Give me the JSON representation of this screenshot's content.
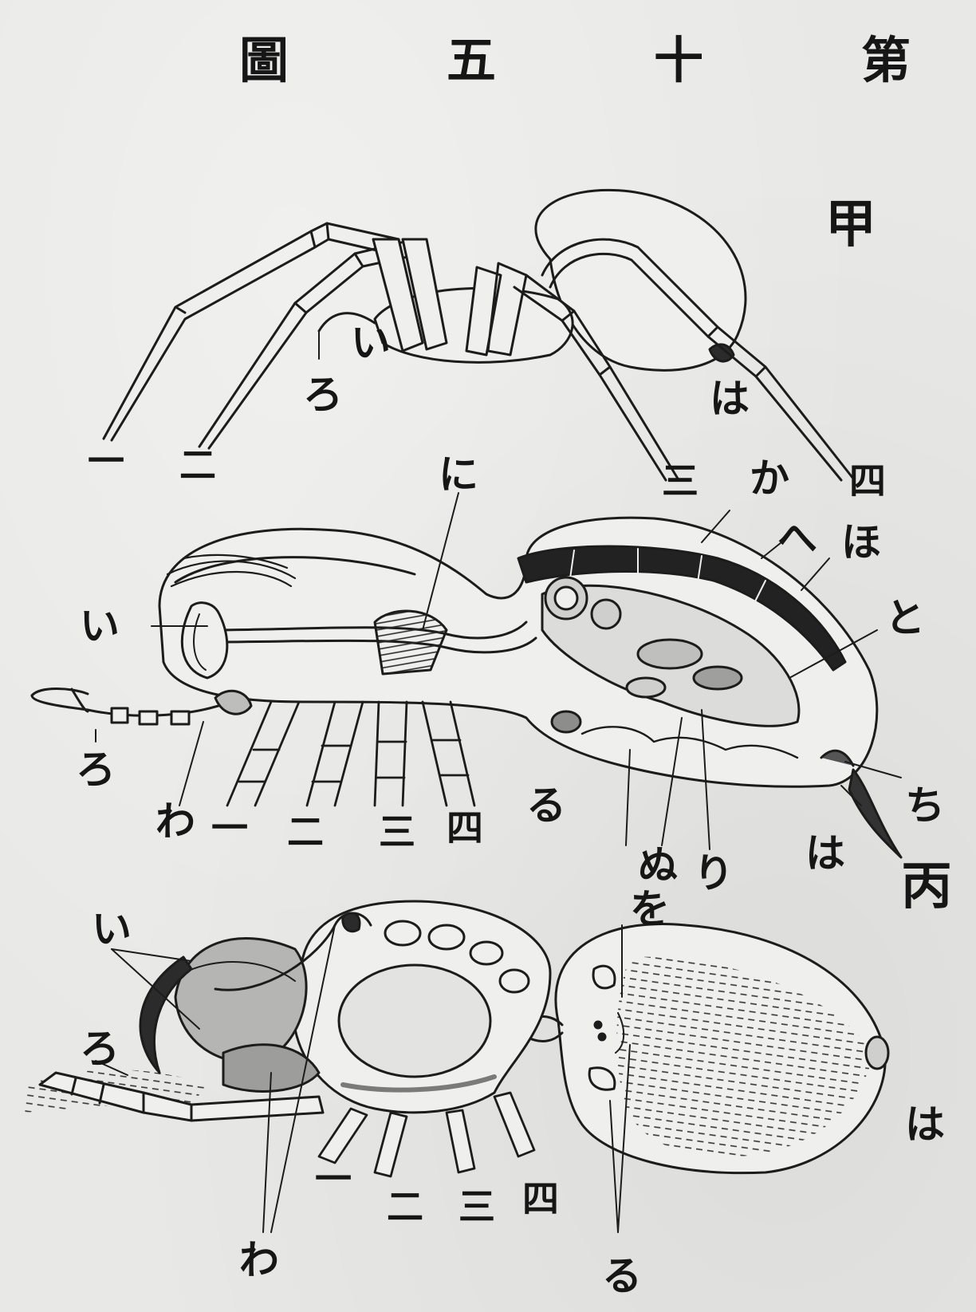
{
  "title": [
    "第",
    "十",
    "五",
    "圖"
  ],
  "figure_marks": {
    "kou": "甲",
    "hei": "丙"
  },
  "figure_a": {
    "legs": [
      "一",
      "二",
      "三",
      "四"
    ],
    "labels": {
      "i": "い",
      "ro": "ろ",
      "ha": "は"
    }
  },
  "figure_b": {
    "legs": [
      "一",
      "二",
      "三",
      "四"
    ],
    "labels": {
      "ni": "に",
      "ka": "か",
      "he": "へ",
      "ho": "ほ",
      "to": "と",
      "i": "い",
      "ro": "ろ",
      "wa": "わ",
      "ru": "る",
      "nu": "ぬ",
      "ri": "り",
      "wo": "を",
      "chi": "ち",
      "ha": "は"
    }
  },
  "figure_c": {
    "legs": [
      "一",
      "二",
      "三",
      "四"
    ],
    "labels": {
      "i": "い",
      "ro": "ろ",
      "wa": "わ",
      "ha": "は",
      "ru": "る"
    }
  }
}
